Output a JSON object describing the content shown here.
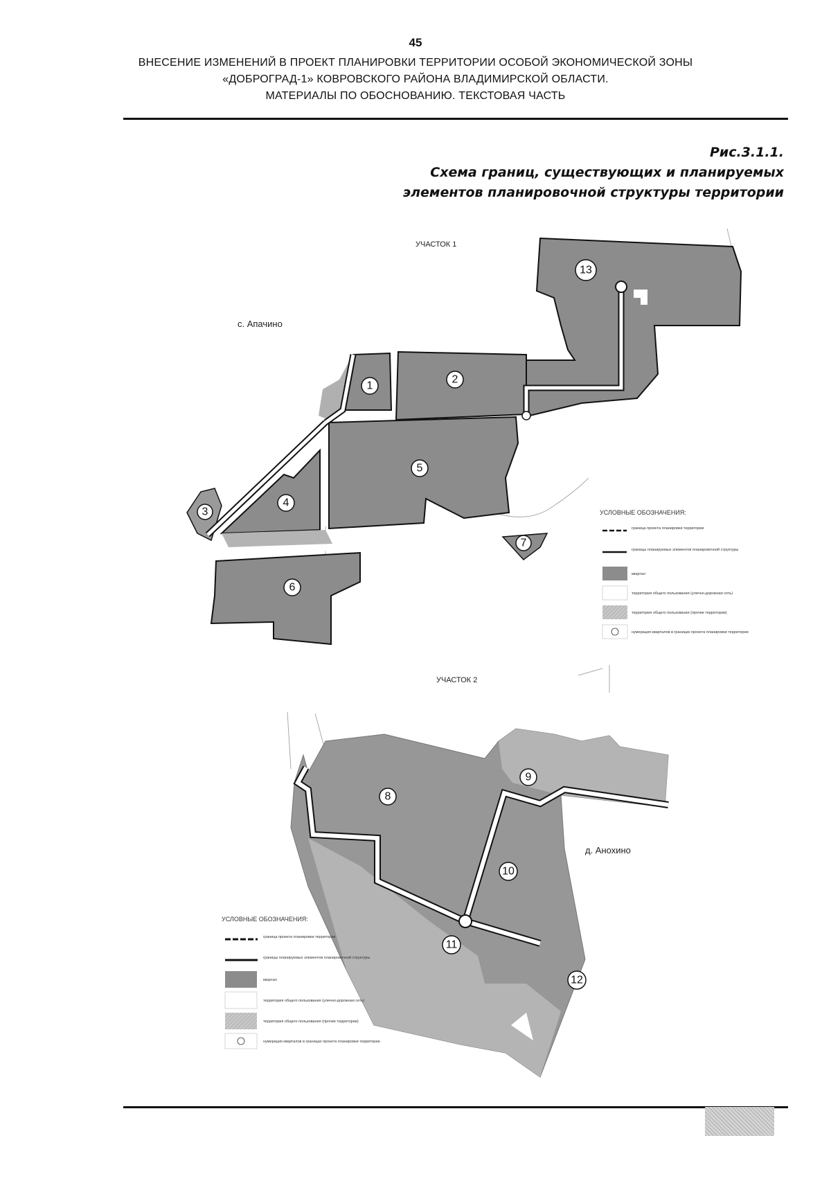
{
  "header": {
    "page_number": "45",
    "line1": "ВНЕСЕНИЕ ИЗМЕНЕНИЙ В ПРОЕКТ ПЛАНИРОВКИ ТЕРРИТОРИИ ОСОБОЙ ЭКОНОМИЧЕСКОЙ ЗОНЫ",
    "line2": "«ДОБРОГРАД-1» КОВРОВСКОГО РАЙОНА ВЛАДИМИРСКОЙ ОБЛАСТИ.",
    "line3": "МАТЕРИАЛЫ ПО ОБОСНОВАНИЮ. ТЕКСТОВАЯ ЧАСТЬ"
  },
  "figure": {
    "number": "Рис.3.1.1.",
    "title_line1": "Схема границ, существующих и планируемых",
    "title_line2": "элементов планировочной структуры территории"
  },
  "map": {
    "plot1_label": "УЧАСТОК 1",
    "plot2_label": "УЧАСТОК 2",
    "place1": "с. Апачино",
    "place2": "д. Анохино",
    "quarter_numbers": [
      "1",
      "2",
      "3",
      "4",
      "5",
      "6",
      "7",
      "8",
      "9",
      "10",
      "11",
      "12",
      "13"
    ],
    "colors": {
      "quarter": "#8c8c8c",
      "quarter_light": "#b4b4b4",
      "boundary": "#111111",
      "road": "#ffffff"
    }
  },
  "legend": {
    "title": "УСЛОВНЫЕ ОБОЗНАЧЕНИЯ:",
    "items": [
      "граница проекта планировки территории",
      "границы планируемых элементов планировочной структуры",
      "квартал",
      "территория общего пользования (улично-дорожная сеть)",
      "территория общего пользования (прочие территории)",
      "нумерация кварталов в границах проекта планировки территории"
    ]
  }
}
